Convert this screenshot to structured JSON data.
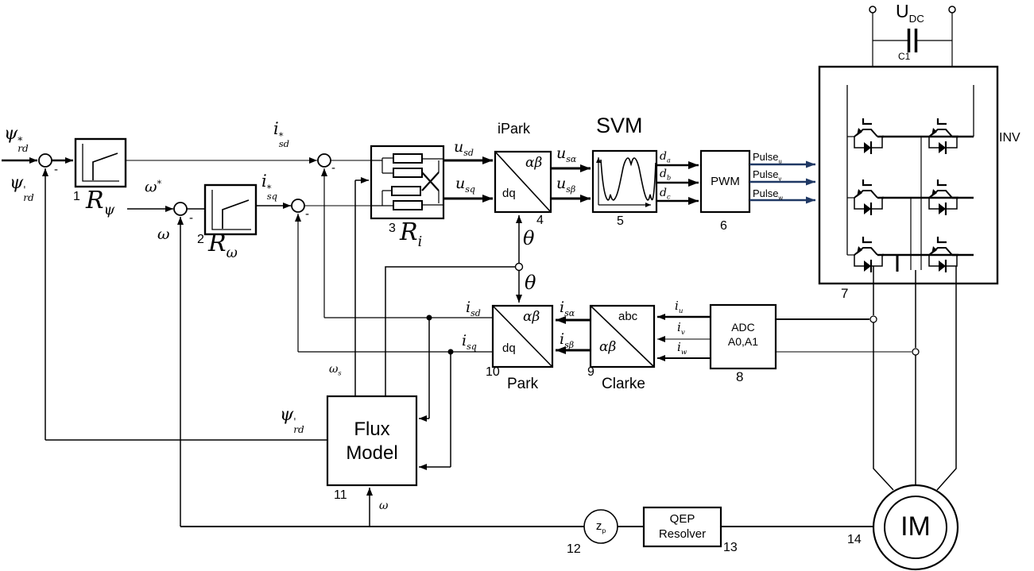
{
  "colors": {
    "ink": "#000000",
    "pulse_arrow": "#1f3864",
    "background": "#ffffff"
  },
  "labels": {
    "minus": "-",
    "psi_ref": {
      "base": "ψ",
      "sup": "*",
      "sub": "rd"
    },
    "psi_fb": {
      "base": "ψ",
      "sup": "'",
      "sub": "rd"
    },
    "omega_ref": {
      "base": "ω",
      "sup": "*"
    },
    "omega_fb": "ω",
    "isd_ref": {
      "base": "i",
      "sup": "*",
      "sub": "sd"
    },
    "isq_ref": {
      "base": "i",
      "sup": "*",
      "sub": "sq"
    },
    "usd": {
      "base": "u",
      "sub": "sd"
    },
    "usq": {
      "base": "u",
      "sub": "sq"
    },
    "us_alpha": {
      "base": "u",
      "sub": "sα"
    },
    "us_beta": {
      "base": "u",
      "sub": "sβ"
    },
    "d_a": {
      "base": "d",
      "sub": "a"
    },
    "d_b": {
      "base": "d",
      "sub": "b"
    },
    "d_c": {
      "base": "d",
      "sub": "c"
    },
    "theta_top": "θ",
    "theta_bottom": "θ",
    "isd_fb": {
      "base": "i",
      "sub": "sd"
    },
    "isq_fb": {
      "base": "i",
      "sub": "sq"
    },
    "is_alpha": {
      "base": "i",
      "sub": "sα"
    },
    "is_beta": {
      "base": "i",
      "sub": "sβ"
    },
    "i_u": {
      "base": "i",
      "sub": "u"
    },
    "i_v": {
      "base": "i",
      "sub": "v"
    },
    "i_w": {
      "base": "i",
      "sub": "w"
    },
    "omega_s": {
      "base": "ω",
      "sub": "s"
    },
    "psi_flux": {
      "base": "ψ",
      "sup": "'",
      "sub": "rd"
    },
    "omega_flux": "ω"
  },
  "blocks": {
    "r_psi": {
      "number": "1",
      "name": {
        "base": "R",
        "sub": "ψ"
      }
    },
    "r_omega": {
      "number": "2",
      "name": {
        "base": "R",
        "sub": "ω"
      }
    },
    "r_i": {
      "number": "3",
      "name": {
        "base": "R",
        "sub": "i"
      }
    },
    "ipark": {
      "number": "4",
      "title": "iPark",
      "corner_top": "αβ",
      "corner_bottom": "dq"
    },
    "svm": {
      "number": "5",
      "title": "SVM"
    },
    "pwm": {
      "number": "6",
      "label": "PWM"
    },
    "inv": {
      "number": "7",
      "label": "INV"
    },
    "adc": {
      "number": "8",
      "line1": "ADC",
      "line2": "A0,A1"
    },
    "clarke": {
      "number": "9",
      "title": "Clarke",
      "corner_top": "abc",
      "corner_bottom": "αβ"
    },
    "park": {
      "number": "10",
      "title": "Park",
      "corner_top": "αβ",
      "corner_bottom": "dq"
    },
    "flux_model": {
      "number": "11",
      "line1": "Flux",
      "line2": "Model"
    },
    "zp": {
      "number": "12",
      "name": {
        "base": "z",
        "sub": "p"
      }
    },
    "qep": {
      "number": "13",
      "line1": "QEP",
      "line2": "Resolver"
    },
    "im": {
      "number": "14",
      "label": "IM"
    }
  },
  "power": {
    "udc": {
      "base": "U",
      "sub": "DC"
    },
    "capacitor": "C1"
  },
  "pulses": {
    "u": {
      "base": "Pulse",
      "sub": "u"
    },
    "v": {
      "base": "Pulse",
      "sub": "v"
    },
    "w": {
      "base": "Pulse",
      "sub": "w"
    }
  }
}
